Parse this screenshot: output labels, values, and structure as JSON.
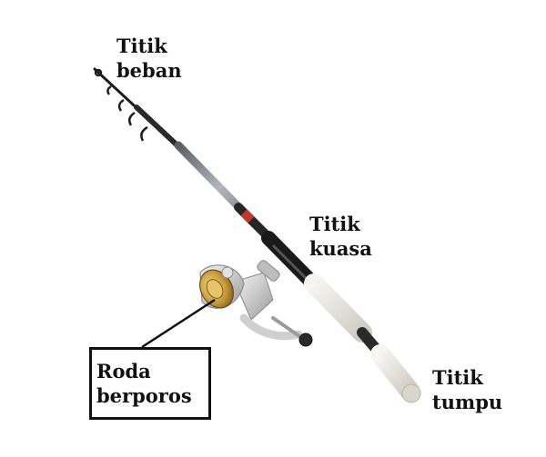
{
  "labels": {
    "load_point": {
      "line1": "Titik",
      "line2": "beban"
    },
    "effort_point": {
      "line1": "Titik",
      "line2": "kuasa"
    },
    "fulcrum_point": {
      "line1": "Titik",
      "line2": "tumpu"
    },
    "wheel_axle": {
      "line1": "Roda",
      "line2": "berporos"
    }
  },
  "colors": {
    "rod_blank": "#8e9296",
    "rod_dark": "#1c1c1c",
    "handle": "#e9e7e0",
    "reel_gold": "#c79a3a",
    "reel_silver": "#d7d7d7",
    "text": "#111111"
  }
}
